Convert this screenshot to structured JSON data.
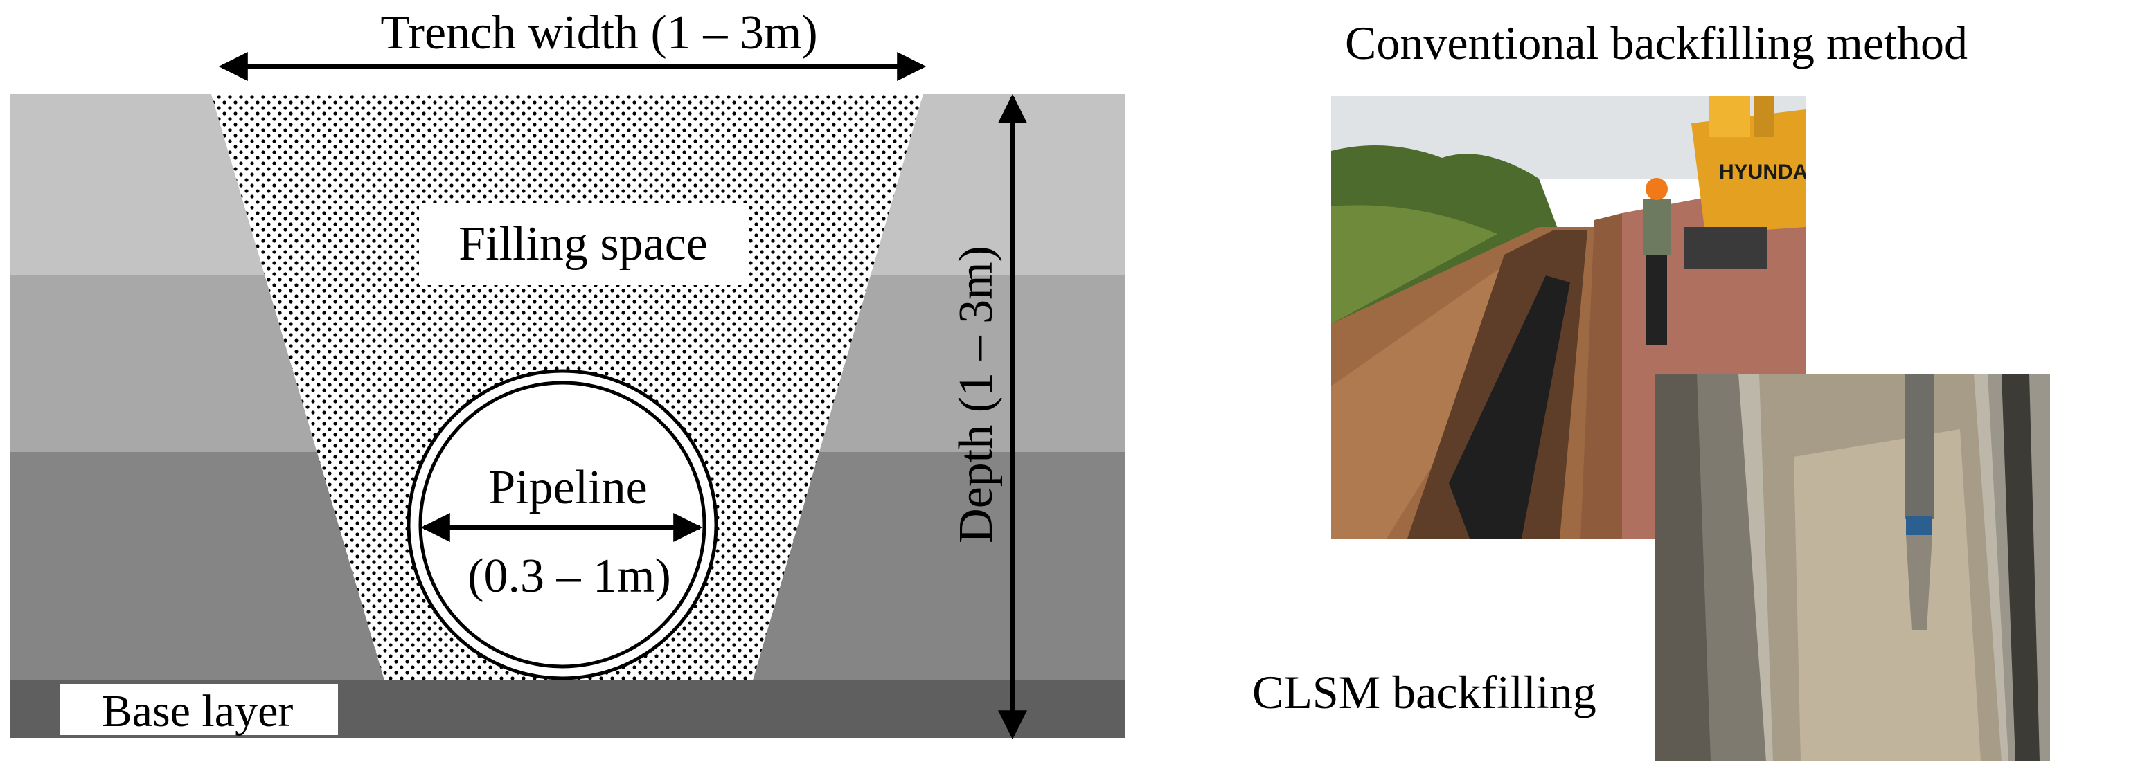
{
  "diagram": {
    "trench_width_label": "Trench width (1 – 3m)",
    "depth_label": "Depth (1 – 3m)",
    "filling_space_label": "Filling space",
    "pipeline_label": "Pipeline",
    "pipeline_size_label": "(0.3 – 1m)",
    "base_layer_label": "Base layer",
    "colors": {
      "layer1": "#c3c3c3",
      "layer2": "#a8a8a8",
      "layer3": "#858585",
      "base": "#5f5f5f",
      "fill": "#ffffff",
      "stipple": "#000000"
    }
  },
  "photos": {
    "conventional_caption": "Conventional backfilling method",
    "clsm_caption": "CLSM backfilling"
  }
}
